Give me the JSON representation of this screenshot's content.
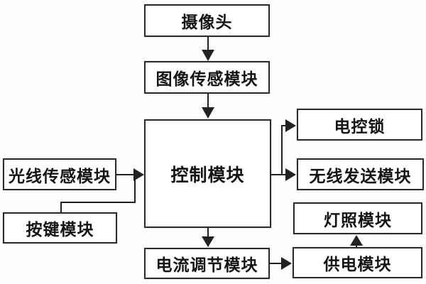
{
  "diagram": {
    "kind": "block-diagram",
    "background_color": "#fefefe",
    "box_fill_color": "#ffffff",
    "line_color": "#222222",
    "text_color": "#141414",
    "nodes": {
      "camera": {
        "label": "摄像头"
      },
      "image_sensor": {
        "label": "图像传感模块"
      },
      "control": {
        "label": "控制模块"
      },
      "light_sensor": {
        "label": "光线传感模块"
      },
      "button": {
        "label": "按键模块"
      },
      "electric_lock": {
        "label": "电控锁"
      },
      "wireless_transmit": {
        "label": "无线发送模块"
      },
      "lighting": {
        "label": "灯照模块"
      },
      "current_regulator": {
        "label": "电流调节模块"
      },
      "power_supply": {
        "label": "供电模块"
      }
    },
    "edges": [
      {
        "from": "camera",
        "to": "image_sensor",
        "arrow": true
      },
      {
        "from": "image_sensor",
        "to": "control",
        "arrow": true
      },
      {
        "from": "light_sensor",
        "to": "control",
        "arrow": true
      },
      {
        "from": "button",
        "to": "control",
        "arrow": true,
        "note": "joins light_sensor arrow line"
      },
      {
        "from": "control",
        "to": "electric_lock",
        "arrow": true
      },
      {
        "from": "control",
        "to": "wireless_transmit",
        "arrow": true
      },
      {
        "from": "control",
        "to": "current_regulator",
        "arrow": true
      },
      {
        "from": "current_regulator",
        "to": "power_supply",
        "arrow": true
      },
      {
        "from": "power_supply",
        "to": "lighting",
        "arrow": true
      }
    ]
  }
}
